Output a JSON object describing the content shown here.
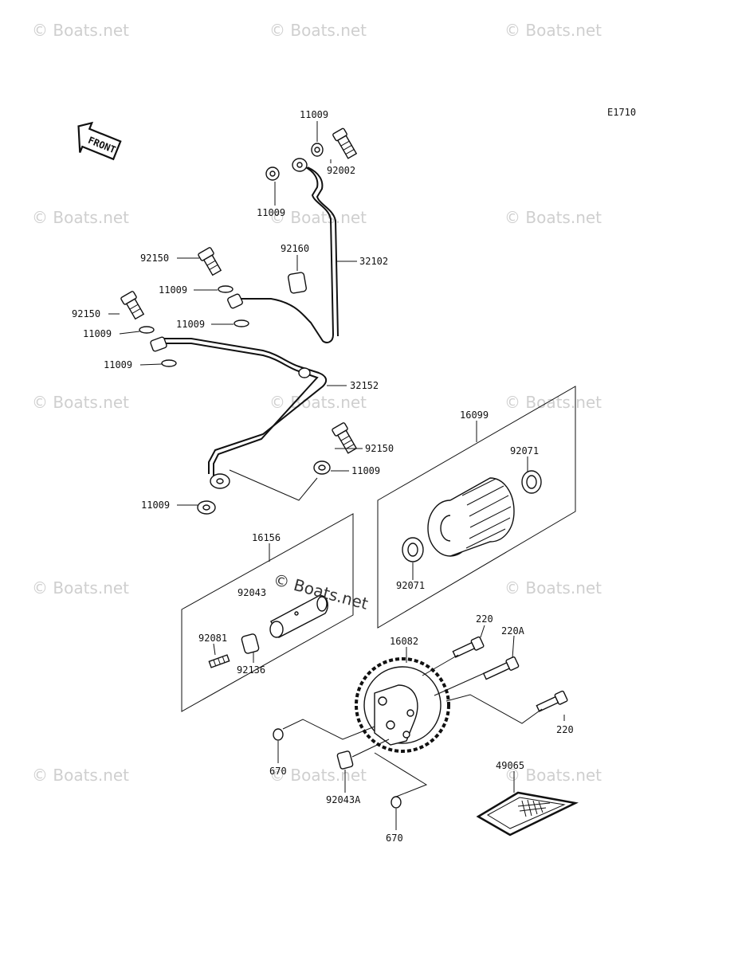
{
  "diagram_code": "E1710",
  "front_label": "FRONT",
  "watermark": "Boats.net",
  "callouts": [
    {
      "id": "c-11009-a",
      "text": "11009"
    },
    {
      "id": "c-92002",
      "text": "92002"
    },
    {
      "id": "c-11009-b",
      "text": "11009"
    },
    {
      "id": "c-92160",
      "text": "92160"
    },
    {
      "id": "c-32102",
      "text": "32102"
    },
    {
      "id": "c-92150-a",
      "text": "92150"
    },
    {
      "id": "c-11009-c",
      "text": "11009"
    },
    {
      "id": "c-92150-b",
      "text": "92150"
    },
    {
      "id": "c-11009-d",
      "text": "11009"
    },
    {
      "id": "c-11009-e",
      "text": "11009"
    },
    {
      "id": "c-11009-f",
      "text": "11009"
    },
    {
      "id": "c-32152",
      "text": "32152"
    },
    {
      "id": "c-92150-c",
      "text": "92150"
    },
    {
      "id": "c-11009-g",
      "text": "11009"
    },
    {
      "id": "c-11009-h",
      "text": "11009"
    },
    {
      "id": "c-16099",
      "text": "16099"
    },
    {
      "id": "c-92071-a",
      "text": "92071"
    },
    {
      "id": "c-92071-b",
      "text": "92071"
    },
    {
      "id": "c-16156",
      "text": "16156"
    },
    {
      "id": "c-92043",
      "text": "92043"
    },
    {
      "id": "c-92081",
      "text": "92081"
    },
    {
      "id": "c-92136",
      "text": "92136"
    },
    {
      "id": "c-220-a",
      "text": "220"
    },
    {
      "id": "c-220A",
      "text": "220A"
    },
    {
      "id": "c-16082",
      "text": "16082"
    },
    {
      "id": "c-220-b",
      "text": "220"
    },
    {
      "id": "c-670-a",
      "text": "670"
    },
    {
      "id": "c-92043A",
      "text": "92043A"
    },
    {
      "id": "c-49065",
      "text": "49065"
    },
    {
      "id": "c-670-b",
      "text": "670"
    }
  ]
}
